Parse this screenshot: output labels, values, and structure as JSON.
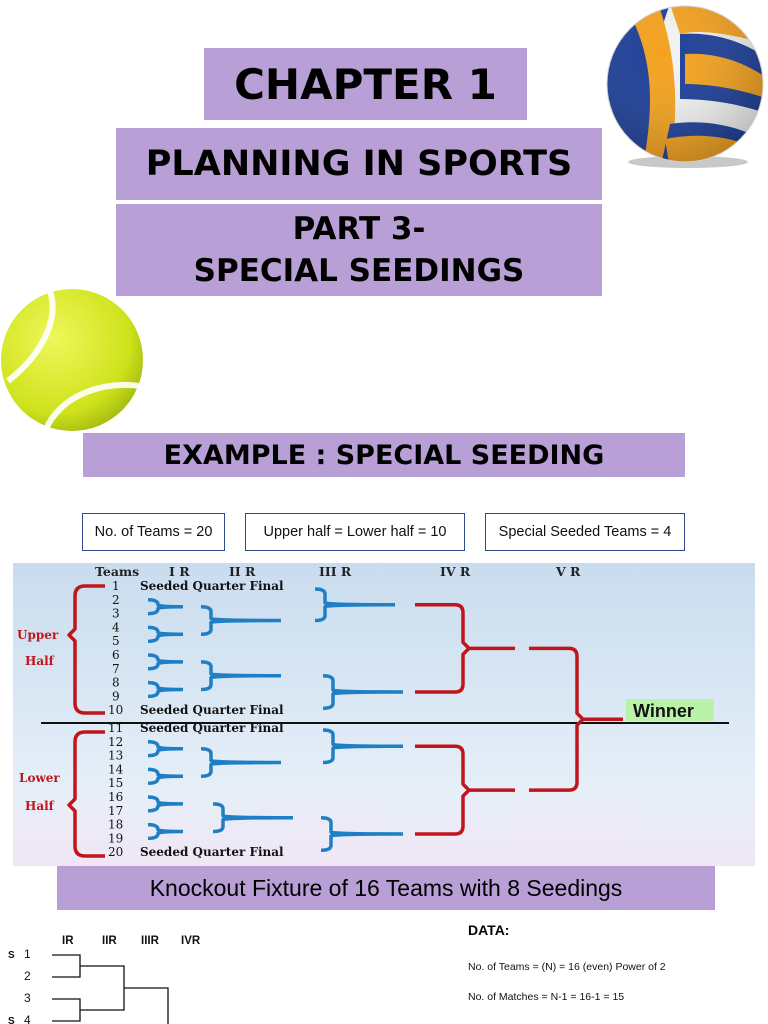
{
  "header": {
    "chapter": "CHAPTER 1",
    "title": "PLANNING IN SPORTS",
    "part_line1": "PART 3-",
    "part_line2": "SPECIAL SEEDINGS"
  },
  "example": {
    "title": "EXAMPLE : SPECIAL SEEDING"
  },
  "info": {
    "teams": "No. of Teams = 20",
    "halves": "Upper half = Lower half = 10",
    "special": "Special Seeded Teams = 4"
  },
  "bracket": {
    "rounds": [
      "Teams",
      "I R",
      "II R",
      "III R",
      "IV R",
      "V R"
    ],
    "upper_label": [
      "Upper",
      "Half"
    ],
    "lower_label": [
      "Lower",
      "Half"
    ],
    "teams": [
      "1",
      "2",
      "3",
      "4",
      "5",
      "6",
      "7",
      "8",
      "9",
      "10",
      "11",
      "12",
      "13",
      "14",
      "15",
      "16",
      "17",
      "18",
      "19",
      "20"
    ],
    "seeded_note": "Seeded Quarter Final",
    "winner": "Winner",
    "colors": {
      "blue": "#1f7fc4",
      "red": "#c0161b",
      "winner_bg": "#b9f2a8"
    }
  },
  "knockout_title": "Knockout Fixture of 16 Teams with 8 Seedings",
  "small_fixture": {
    "rounds": [
      "IR",
      "IIR",
      "IIIR",
      "IVR"
    ],
    "rows": [
      {
        "seed": "S",
        "num": "1"
      },
      {
        "seed": "",
        "num": "2"
      },
      {
        "seed": "",
        "num": "3"
      },
      {
        "seed": "S",
        "num": "4"
      }
    ]
  },
  "data_panel": {
    "title": "DATA:",
    "lines": [
      "No. of Teams = (N) = 16 (even) Power of 2",
      "No. of Matches = N-1 = 16-1 = 15"
    ]
  }
}
